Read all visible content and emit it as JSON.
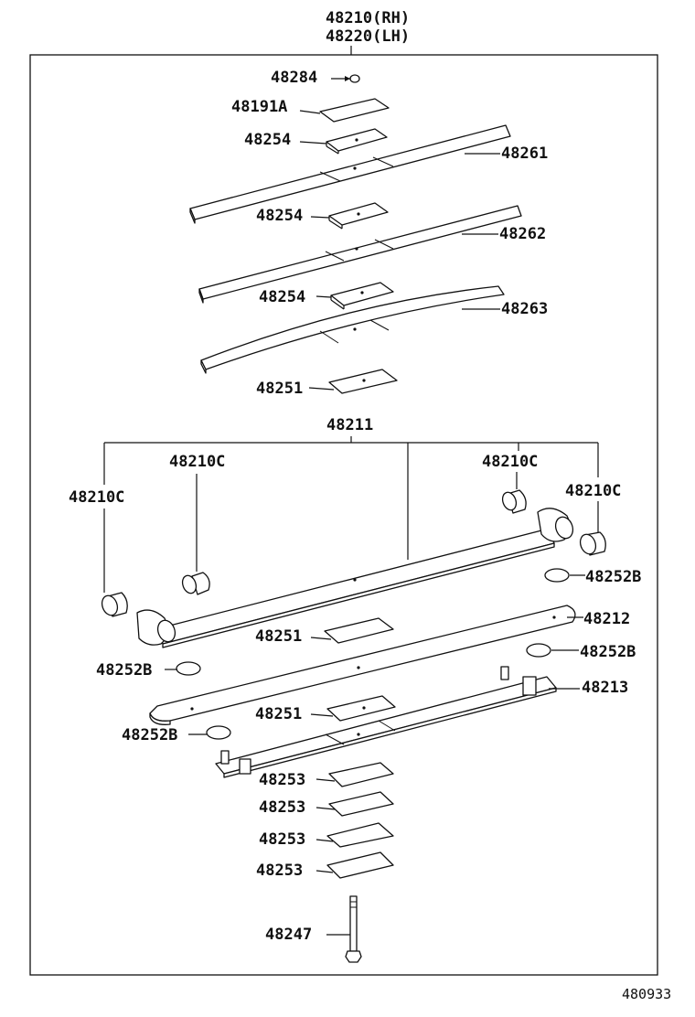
{
  "header": {
    "part_rh": "48210(RH)",
    "part_lh": "48220(LH)"
  },
  "labels": {
    "p48284": "48284",
    "p48191a": "48191A",
    "p48254_a": "48254",
    "p48261": "48261",
    "p48254_b": "48254",
    "p48262": "48262",
    "p48254_c": "48254",
    "p48263": "48263",
    "p48251_a": "48251",
    "p48211": "48211",
    "p48210c_a": "48210C",
    "p48210c_b": "48210C",
    "p48210c_c": "48210C",
    "p48210c_d": "48210C",
    "p48252b_a": "48252B",
    "p48251_b": "48251",
    "p48212": "48212",
    "p48252b_b": "48252B",
    "p48252b_c": "48252B",
    "p48213": "48213",
    "p48251_c": "48251",
    "p48252b_d": "48252B",
    "p48253_a": "48253",
    "p48253_b": "48253",
    "p48253_c": "48253",
    "p48253_d": "48253",
    "p48247": "48247"
  },
  "footer": {
    "diagram_code": "480933"
  }
}
